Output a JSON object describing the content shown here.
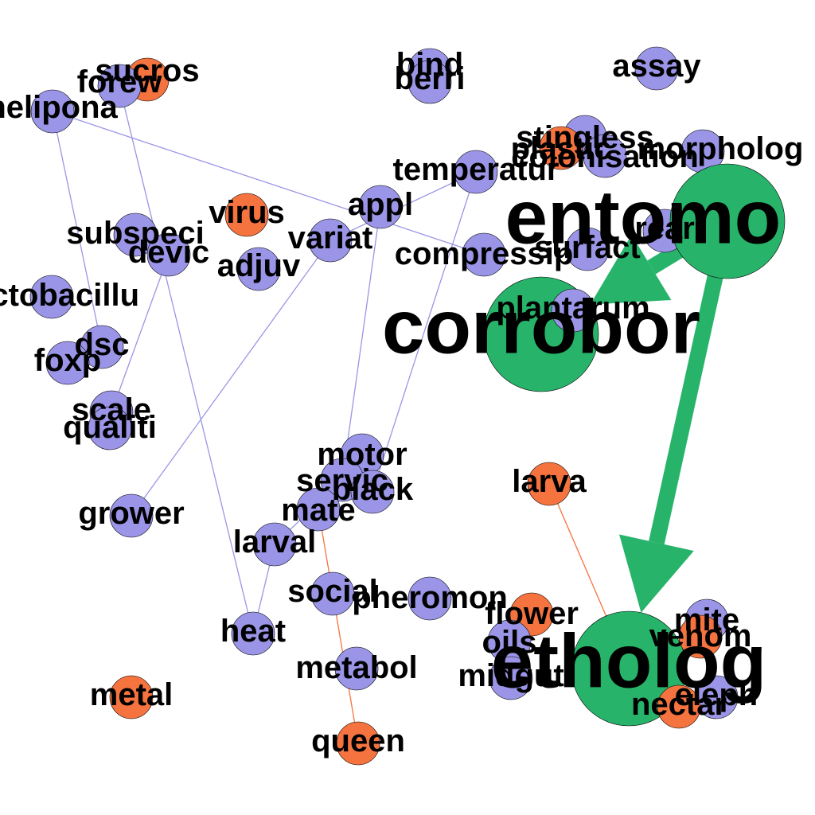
{
  "colors": {
    "blue_node": "#9a95e6",
    "orange_node": "#f5733f",
    "green_node": "#27b46a",
    "blue_edge": "#9a95e6",
    "orange_edge": "#f5733f",
    "green_edge": "#27b46a",
    "outline": "#000000",
    "label": "#000000"
  },
  "nodes": [
    {
      "id": "sucros",
      "label": "sucros",
      "color": "orange"
    },
    {
      "id": "forew",
      "label": "forew",
      "color": "blue"
    },
    {
      "id": "melipona",
      "label": "melipona",
      "color": "blue"
    },
    {
      "id": "bind",
      "label": "bind",
      "color": "blue"
    },
    {
      "id": "berri",
      "label": "berri",
      "color": "blue"
    },
    {
      "id": "assay",
      "label": "assay",
      "color": "blue"
    },
    {
      "id": "stingless",
      "label": "stingless",
      "color": "blue"
    },
    {
      "id": "morpholog",
      "label": "morpholog",
      "color": "blue"
    },
    {
      "id": "colonisation",
      "label": "colonisation",
      "color": "blue"
    },
    {
      "id": "plastic",
      "label": "plastic",
      "color": "orange"
    },
    {
      "id": "temperatur",
      "label": "temperatur",
      "color": "blue"
    },
    {
      "id": "virus",
      "label": "virus",
      "color": "orange"
    },
    {
      "id": "appl",
      "label": "appl",
      "color": "blue"
    },
    {
      "id": "subspeci",
      "label": "subspeci",
      "color": "blue"
    },
    {
      "id": "devic",
      "label": "devic",
      "color": "blue"
    },
    {
      "id": "variat",
      "label": "variat",
      "color": "blue"
    },
    {
      "id": "adjuv",
      "label": "adjuv",
      "color": "blue"
    },
    {
      "id": "compress",
      "label": "compressip",
      "color": "blue"
    },
    {
      "id": "surfact",
      "label": "surfact",
      "color": "blue"
    },
    {
      "id": "rear",
      "label": "rear",
      "color": "blue"
    },
    {
      "id": "entomo",
      "label": "entomo",
      "color": "green"
    },
    {
      "id": "lactobacillu",
      "label": "lactobacillu",
      "color": "blue"
    },
    {
      "id": "corrobor",
      "label": "corrobor",
      "color": "green"
    },
    {
      "id": "plantarum",
      "label": "plantarum",
      "color": "blue"
    },
    {
      "id": "dsc",
      "label": "dsc",
      "color": "blue"
    },
    {
      "id": "foxp",
      "label": "foxp",
      "color": "blue"
    },
    {
      "id": "scale",
      "label": "scale",
      "color": "blue"
    },
    {
      "id": "qualiti",
      "label": "qualiti",
      "color": "blue"
    },
    {
      "id": "motor",
      "label": "motor",
      "color": "blue"
    },
    {
      "id": "servic",
      "label": "servic",
      "color": "blue"
    },
    {
      "id": "black",
      "label": "black",
      "color": "blue"
    },
    {
      "id": "larva",
      "label": "larva",
      "color": "orange"
    },
    {
      "id": "grower",
      "label": "grower",
      "color": "blue"
    },
    {
      "id": "mate",
      "label": "mate",
      "color": "blue"
    },
    {
      "id": "larval",
      "label": "larval",
      "color": "blue"
    },
    {
      "id": "social",
      "label": "social",
      "color": "blue"
    },
    {
      "id": "pheromon",
      "label": "pheromon",
      "color": "blue"
    },
    {
      "id": "flower",
      "label": "flower",
      "color": "orange"
    },
    {
      "id": "mite",
      "label": "mite",
      "color": "blue"
    },
    {
      "id": "venom",
      "label": "venom",
      "color": "orange"
    },
    {
      "id": "heat",
      "label": "heat",
      "color": "blue"
    },
    {
      "id": "oils",
      "label": "oils",
      "color": "blue"
    },
    {
      "id": "midgut",
      "label": "midgut",
      "color": "blue"
    },
    {
      "id": "etholog",
      "label": "etholog",
      "color": "green"
    },
    {
      "id": "metabol",
      "label": "metabol",
      "color": "blue"
    },
    {
      "id": "eleph",
      "label": "eleph",
      "color": "blue"
    },
    {
      "id": "nectar",
      "label": "nectar",
      "color": "orange"
    },
    {
      "id": "metal",
      "label": "metal",
      "color": "orange"
    },
    {
      "id": "queen",
      "label": "queen",
      "color": "orange"
    }
  ],
  "edges": [
    {
      "from": "entomo",
      "to": "corrobor",
      "kind": "green",
      "directed": true
    },
    {
      "from": "entomo",
      "to": "etholog",
      "kind": "green",
      "directed": true
    },
    {
      "from": "melipona",
      "to": "dsc",
      "kind": "blue",
      "directed": false
    },
    {
      "from": "melipona",
      "to": "compress",
      "kind": "blue",
      "directed": false
    },
    {
      "from": "forew",
      "to": "heat",
      "kind": "blue",
      "directed": false
    },
    {
      "from": "devic",
      "to": "scale",
      "kind": "blue",
      "directed": false
    },
    {
      "from": "variat",
      "to": "grower",
      "kind": "blue",
      "directed": false
    },
    {
      "from": "variat",
      "to": "temperatur",
      "kind": "blue",
      "directed": false
    },
    {
      "from": "appl",
      "to": "servic",
      "kind": "blue",
      "directed": false
    },
    {
      "from": "temperatur",
      "to": "black",
      "kind": "blue",
      "directed": false
    },
    {
      "from": "larval",
      "to": "servic",
      "kind": "blue",
      "directed": false
    },
    {
      "from": "heat",
      "to": "larval",
      "kind": "blue",
      "directed": false
    },
    {
      "from": "mate",
      "to": "queen",
      "kind": "orange",
      "directed": false
    },
    {
      "from": "larva",
      "to": "etholog",
      "kind": "orange",
      "directed": false
    }
  ]
}
